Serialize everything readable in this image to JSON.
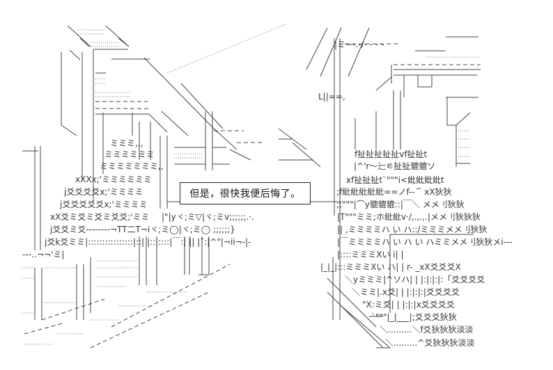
{
  "scene": {
    "speech_box": {
      "text": "但是，很快我便后悔了。"
    },
    "aa_fragments": {
      "r1": "f扯扯扯扯扯vf扯扯t",
      "r2": "|^'r〜辷ㅌ扯扯貔貔ソ",
      "r3": "xf扯扯扯t`\"\"\"i<妣妣妣妣t",
      "r4": ";f紕紕紕紕紕==ノf--´ ̄ xX狄狄",
      "r5": ";;\"\"\"|⌒y貔貔貔::|￣＼ メメ刂狄狄",
      "r6": "|T\"\"\"ミミ;ホ紕紕v·/,.,.,.|メメ刂狄狄狄",
      "r7": "|| ,ミミミミハ い ハ::/ミミミメメ刂狄狄",
      "r8": "|￣ミミミミハ い ハ い ハミミメメ刂狄狄メi---",
      "r9": "|::::ミミミXい i| |",
      "r10": "|_|_|:::ミミミXい ハ| |  r-  _xX爻爻爻X",
      "r11": "＼yミミミ|^ソハ| |  |:|:|:|:「爻爻爻爻",
      "r12": "＼ミミ|.x爻| |  |:|:|:|爻爻爻爻",
      "r13": "\"X:ミ爻| |  |:|:|x爻爻爻爻",
      "r14": "`\"\"\"|_|___|;爻爻爻狄狄",
      "r15": "＼.........＼f爻狄狄狄淡淡",
      "r16": "＼.........^爻狄狄狄淡淡",
      "l1": "xXXx;'ミミミミミミ",
      "l2": "j爻爻爻爻x;'ミミミミ",
      "l3": "j爻爻爻爻爻x;'ミミミミ",
      "l4": "xX爻ミ爻ミ爻ミ爻爻;'ミミ",
      "l5": "j爻爻ミ爻--------¬TT二T¬iヾ;ミ◯|ヾ;ミ◯ ;;;;;;}",
      "l6": "j爻k爻ミミ|::::::::::::::::|::| |::|::::|￣:| || |¨:|^\"|¬ii¬-|-",
      "l7": "---‥¬¬'ミ|",
      "l8": "|\"|yヾ;ミ▽|ヾ;ミv;;;;;;.·.",
      "l9": "ミミミ,,,",
      "l10": "ミミミミミミ",
      "l11": "ミミミミミミミ,,",
      "t1": "|ミ~-.-/- - - -",
      "t2": "f扯",
      "t3": "L||==,"
    }
  }
}
